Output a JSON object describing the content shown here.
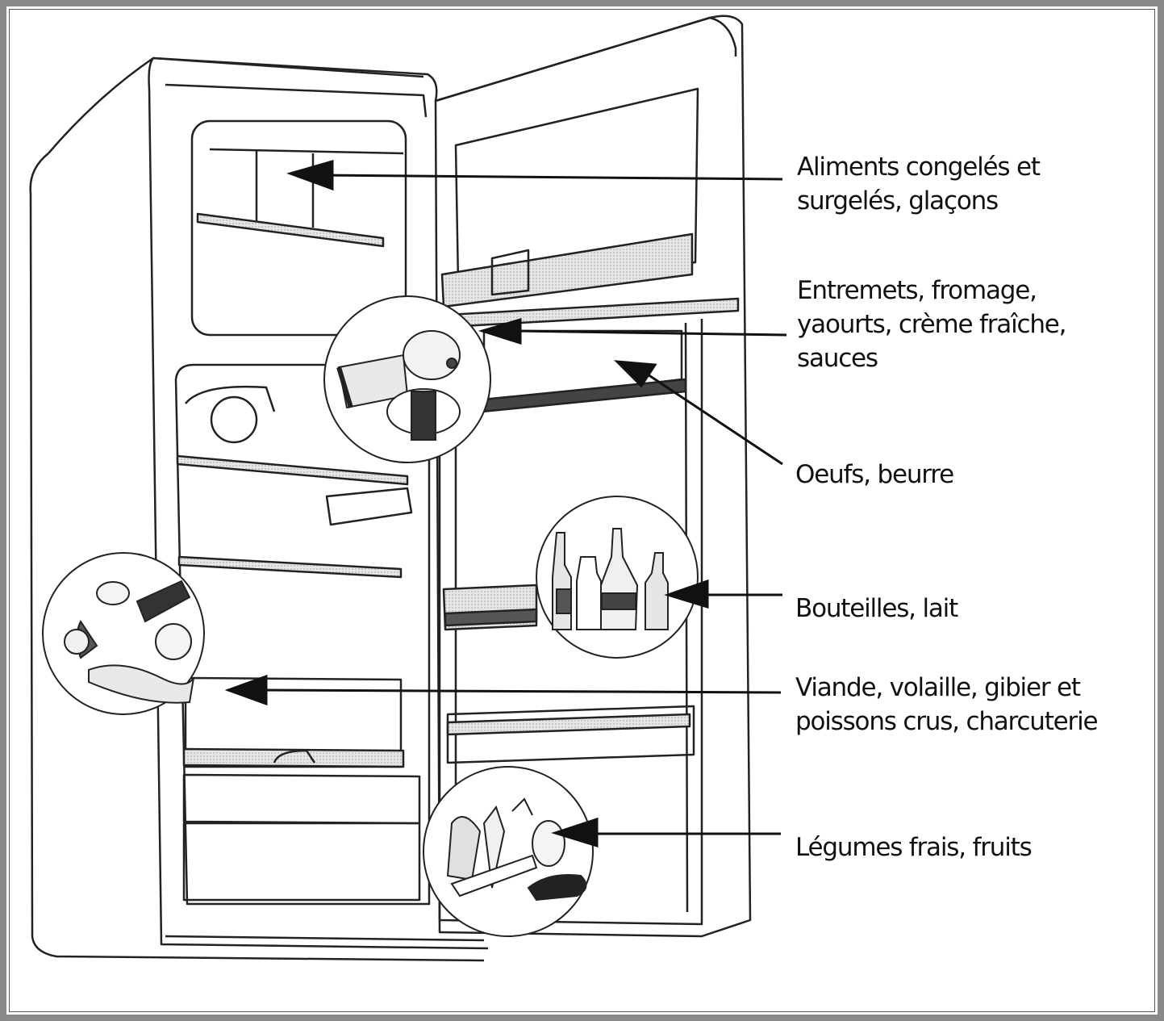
{
  "labels": [
    {
      "lines": [
        "Aliments congelés et",
        "surgelés, glaçons"
      ]
    },
    {
      "lines": [
        "Entremets, fromage,",
        "yaourts, crème fraîche,",
        "sauces"
      ]
    },
    {
      "lines": [
        "Oeufs, beurre"
      ]
    },
    {
      "lines": [
        "Bouteilles, lait"
      ]
    },
    {
      "lines": [
        "Viande, volaille, gibier et",
        "poissons crus, charcuterie"
      ]
    },
    {
      "lines": [
        "Légumes frais, fruits"
      ]
    }
  ],
  "colors": {
    "line": "#111111",
    "frame": "#8a8a8a",
    "shade": "#d8d8d8"
  }
}
